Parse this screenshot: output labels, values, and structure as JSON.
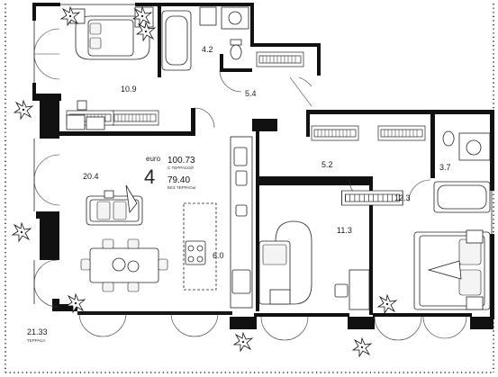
{
  "info": {
    "euro": "euro",
    "rooms_count": "4",
    "total_area": "100.73",
    "total_caption": "С ТЕРРАСОЙ",
    "net_area": "79.40",
    "net_caption": "БЕЗ ТЕРРАСЫ"
  },
  "rooms": {
    "bath_top": "4.2",
    "bedroom_top": "10.9",
    "hall": "5.4",
    "corridor": "5.2",
    "bath_right": "3.7",
    "living": "20.4",
    "kitchen": "6.0",
    "bedroom_mid": "11.3",
    "bedroom_master": "12.3",
    "terrace": "21.33",
    "terrace_caption": "ТЕРРАСА"
  }
}
